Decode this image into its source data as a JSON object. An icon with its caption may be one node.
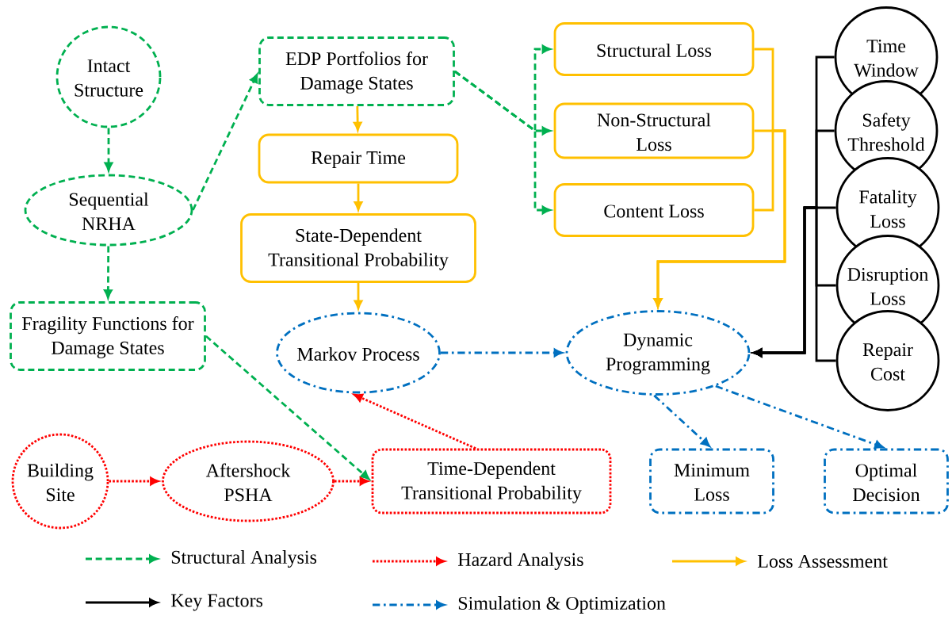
{
  "diagram": {
    "nodes": [
      {
        "text": [
          "Intact Structure"
        ]
      },
      {
        "text": [
          "Sequential NRHA"
        ]
      },
      {
        "text": [
          "EDP Portfolios for Damage States"
        ]
      },
      {
        "text": [
          "Fragility Functions for Damage States"
        ]
      },
      {
        "text": [
          "Repair Time"
        ]
      },
      {
        "text": [
          "State-Dependent Transitional Probability"
        ]
      },
      {
        "text": [
          "Structural Loss"
        ]
      },
      {
        "text": [
          "Non-Structural Loss"
        ]
      },
      {
        "text": [
          "Content Loss"
        ]
      },
      {
        "text": [
          "Time Window"
        ]
      },
      {
        "text": [
          "Safety Threshold"
        ]
      },
      {
        "text": [
          "Fatality Loss"
        ]
      },
      {
        "text": [
          "Disruption Loss"
        ]
      },
      {
        "text": [
          "Repair Cost"
        ]
      },
      {
        "text": [
          "Markov Process"
        ]
      },
      {
        "text": [
          "Dynamic Programming"
        ]
      },
      {
        "text": [
          "Building Site"
        ]
      },
      {
        "text": [
          "Aftershock PSHA"
        ]
      },
      {
        "text": [
          "Time-Dependent Transitional Probability"
        ]
      },
      {
        "text": [
          "Minimum Loss"
        ]
      },
      {
        "text": [
          "Optimal Decision"
        ]
      }
    ],
    "edges": [
      {
        "from": 0,
        "to": 1,
        "arrow": "to",
        "style": "dashed",
        "color": "#00b050"
      },
      {
        "from": 1,
        "to": 2,
        "arrow": "to",
        "style": "dashed",
        "color": "#00b050"
      },
      {
        "from": 1,
        "to": 3,
        "arrow": "to",
        "style": "dashed",
        "color": "#00b050"
      },
      {
        "from": 2,
        "to": 6,
        "arrow": "to",
        "style": "dashed",
        "color": "#00b050"
      },
      {
        "from": 2,
        "to": 7,
        "arrow": "to",
        "style": "dashed",
        "color": "#00b050"
      },
      {
        "from": 2,
        "to": 8,
        "arrow": "to",
        "style": "dashed",
        "color": "#00b050"
      },
      {
        "from": 3,
        "to": 18,
        "arrow": "to",
        "style": "dashed",
        "color": "#00b050"
      },
      {
        "from": 2,
        "to": 4,
        "arrow": "to",
        "color": "#ffc000"
      },
      {
        "from": 4,
        "to": 5,
        "arrow": "to",
        "color": "#ffc000"
      },
      {
        "from": 5,
        "to": 14,
        "arrow": "to",
        "color": "#ffc000"
      },
      {
        "from": 6,
        "to": 15,
        "arrow": "to",
        "color": "#ffc000"
      },
      {
        "from": 7,
        "to": 15,
        "arrow": "to",
        "color": "#ffc000"
      },
      {
        "from": 8,
        "to": 15,
        "arrow": "to",
        "color": "#ffc000"
      },
      {
        "from": 9,
        "to": 15,
        "arrow": "to",
        "color": "#000000"
      },
      {
        "from": 10,
        "to": 15,
        "arrow": "to",
        "color": "#000000"
      },
      {
        "from": 11,
        "to": 15,
        "arrow": "to",
        "color": "#000000"
      },
      {
        "from": 12,
        "to": 15,
        "arrow": "to",
        "color": "#000000"
      },
      {
        "from": 13,
        "to": 15,
        "arrow": "to",
        "color": "#000000"
      },
      {
        "from": 14,
        "to": 15,
        "arrow": "to",
        "style": "dashed",
        "color": "#0070c0"
      },
      {
        "from": 15,
        "to": 19,
        "arrow": "to",
        "style": "dashed",
        "color": "#0070c0"
      },
      {
        "from": 15,
        "to": 20,
        "arrow": "to",
        "style": "dashed",
        "color": "#0070c0"
      },
      {
        "from": 16,
        "to": 17,
        "arrow": "to",
        "style": "dashed",
        "color": "#ff0000"
      },
      {
        "from": 17,
        "to": 18,
        "arrow": "to",
        "style": "dashed",
        "color": "#ff0000"
      },
      {
        "from": 18,
        "to": 14,
        "arrow": "to",
        "style": "dashed",
        "color": "#ff0000"
      }
    ],
    "legend": [
      {
        "text": "Structural Analysis"
      },
      {
        "text": "Hazard Analysis"
      },
      {
        "text": "Loss Assessment"
      },
      {
        "text": "Key Factors"
      },
      {
        "text": "Simulation & Optimization"
      }
    ]
  }
}
